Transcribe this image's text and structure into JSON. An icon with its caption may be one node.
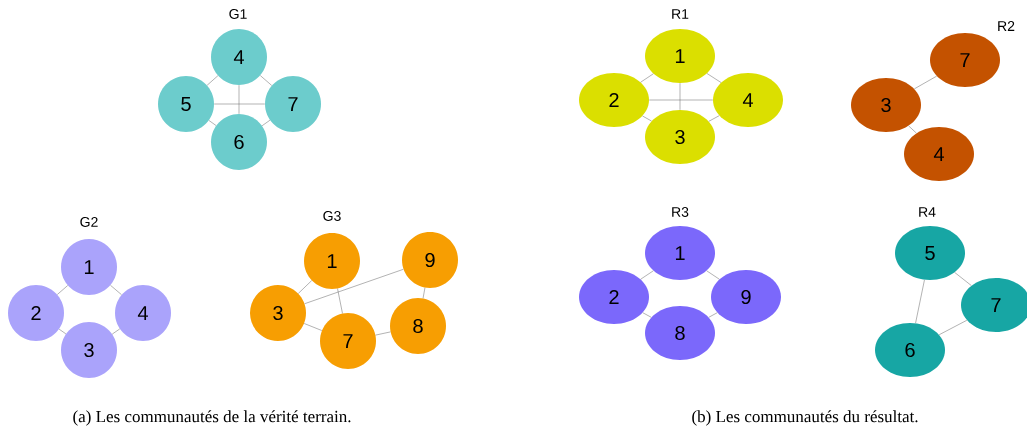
{
  "diagram": {
    "nodes": [
      {
        "text": [
          "4"
        ]
      },
      {
        "text": [
          "5"
        ]
      },
      {
        "text": [
          "7"
        ]
      },
      {
        "text": [
          "6"
        ]
      },
      {
        "text": [
          "1"
        ]
      },
      {
        "text": [
          "2"
        ]
      },
      {
        "text": [
          "4"
        ]
      },
      {
        "text": [
          "3"
        ]
      },
      {
        "text": [
          "1"
        ]
      },
      {
        "text": [
          "9"
        ]
      },
      {
        "text": [
          "3"
        ]
      },
      {
        "text": [
          "8"
        ]
      },
      {
        "text": [
          "7"
        ]
      },
      {
        "text": [
          "1"
        ]
      },
      {
        "text": [
          "2"
        ]
      },
      {
        "text": [
          "4"
        ]
      },
      {
        "text": [
          "3"
        ]
      },
      {
        "text": [
          "7"
        ]
      },
      {
        "text": [
          "3"
        ]
      },
      {
        "text": [
          "4"
        ]
      },
      {
        "text": [
          "1"
        ]
      },
      {
        "text": [
          "2"
        ]
      },
      {
        "text": [
          "9"
        ]
      },
      {
        "text": [
          "8"
        ]
      },
      {
        "text": [
          "5"
        ]
      },
      {
        "text": [
          "7"
        ]
      },
      {
        "text": [
          "6"
        ]
      }
    ],
    "edges": [
      {
        "from": 0,
        "to": 1,
        "arrow": "none"
      },
      {
        "from": 0,
        "to": 2,
        "arrow": "none"
      },
      {
        "from": 1,
        "to": 3,
        "arrow": "none"
      },
      {
        "from": 3,
        "to": 2,
        "arrow": "none"
      },
      {
        "from": 0,
        "to": 3,
        "arrow": "none"
      },
      {
        "from": 1,
        "to": 2,
        "arrow": "none"
      },
      {
        "from": 4,
        "to": 5,
        "arrow": "none"
      },
      {
        "from": 4,
        "to": 6,
        "arrow": "none"
      },
      {
        "from": 5,
        "to": 7,
        "arrow": "none"
      },
      {
        "from": 7,
        "to": 6,
        "arrow": "none"
      },
      {
        "from": 8,
        "to": 10,
        "arrow": "none"
      },
      {
        "from": 8,
        "to": 12,
        "arrow": "none"
      },
      {
        "from": 10,
        "to": 9,
        "arrow": "none"
      },
      {
        "from": 10,
        "to": 12,
        "arrow": "none"
      },
      {
        "from": 12,
        "to": 11,
        "arrow": "none"
      },
      {
        "from": 11,
        "to": 9,
        "arrow": "none"
      },
      {
        "from": 13,
        "to": 14,
        "arrow": "none"
      },
      {
        "from": 13,
        "to": 15,
        "arrow": "none"
      },
      {
        "from": 14,
        "to": 16,
        "arrow": "none"
      },
      {
        "from": 16,
        "to": 15,
        "arrow": "none"
      },
      {
        "from": 13,
        "to": 16,
        "arrow": "none"
      },
      {
        "from": 14,
        "to": 15,
        "arrow": "none"
      },
      {
        "from": 18,
        "to": 17,
        "arrow": "none"
      },
      {
        "from": 18,
        "to": 19,
        "arrow": "none"
      },
      {
        "from": 20,
        "to": 21,
        "arrow": "none"
      },
      {
        "from": 20,
        "to": 22,
        "arrow": "none"
      },
      {
        "from": 21,
        "to": 23,
        "arrow": "none"
      },
      {
        "from": 23,
        "to": 22,
        "arrow": "none"
      },
      {
        "from": 24,
        "to": 25,
        "arrow": "none"
      },
      {
        "from": 24,
        "to": 26,
        "arrow": "none"
      },
      {
        "from": 26,
        "to": 25,
        "arrow": "none"
      }
    ],
    "labels": [
      "G1",
      "R1",
      "R2",
      "G2",
      "G3",
      "R3",
      "R4",
      "(a) Les communautés de la vérité terrain.",
      "(b) Les communautés du résultat."
    ]
  }
}
